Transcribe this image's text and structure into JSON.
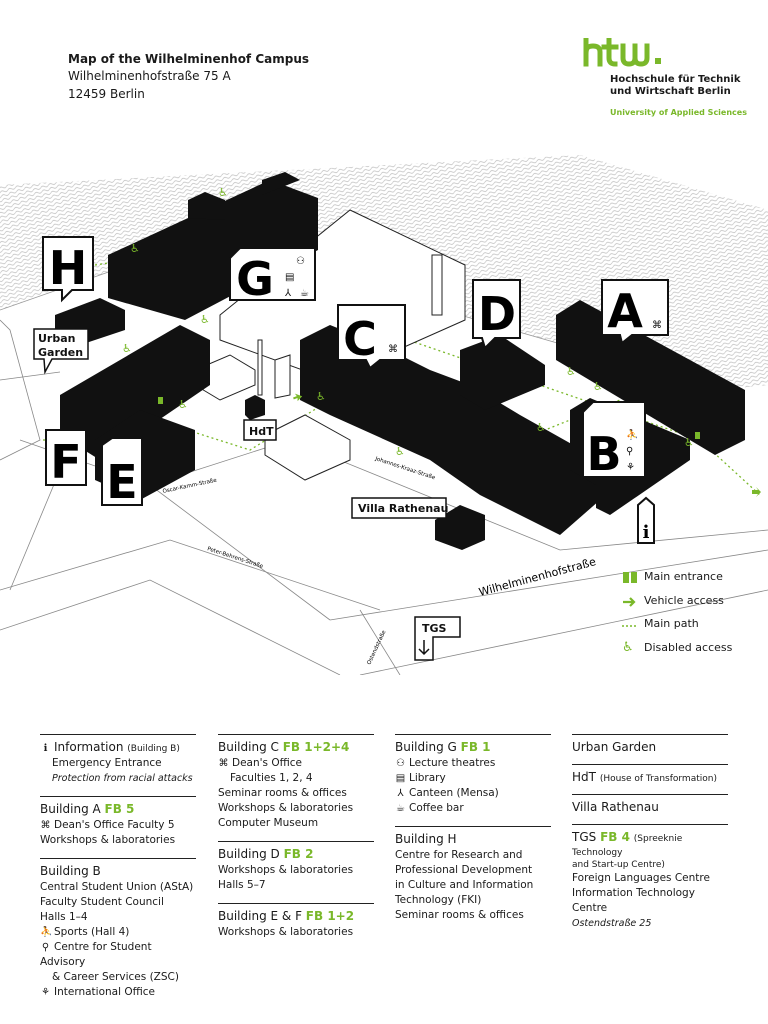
{
  "header": {
    "title": "Map of the Wilhelminenhof Campus",
    "street": "Wilhelminenhofstraße 75 A",
    "city": "12459 Berlin"
  },
  "logo": {
    "mark": "htw.",
    "name_line1": "Hochschule für Technik",
    "name_line2": "und Wirtschaft Berlin",
    "subtitle": "University of Applied Sciences",
    "accent_color": "#7ab82a"
  },
  "map": {
    "buildings": [
      "A",
      "B",
      "C",
      "D",
      "E",
      "F",
      "G",
      "H"
    ],
    "labels": {
      "urban_garden_1": "Urban",
      "urban_garden_2": "Garden",
      "hdt": "HdT",
      "villa": "Villa Rathenau",
      "tgs": "TGS"
    },
    "streets": {
      "main": "Wilhelminenhofstraße",
      "oscar": "Oscar-Kamm-Straße",
      "peter": "Peter-Behrens-Straße",
      "johannes": "Johannes-Kraaz-Straße",
      "ostend": "Ostendstraße"
    }
  },
  "legend": [
    {
      "icon": "main-entrance-icon",
      "label": "Main entrance"
    },
    {
      "icon": "vehicle-access-icon",
      "label": "Vehicle access"
    },
    {
      "icon": "main-path-icon",
      "label": "Main path"
    },
    {
      "icon": "wheelchair-icon",
      "label": "Disabled access"
    }
  ],
  "directory": {
    "col1": {
      "info": {
        "icon": "info-icon",
        "title": "Information",
        "sub": "(Building B)",
        "l1": "Emergency Entrance",
        "l2": "Protection from racial attacks"
      },
      "a": {
        "title": "Building A",
        "fb": "FB 5",
        "l1": "Dean's Office Faculty 5",
        "l2": "Workshops & laboratories"
      },
      "b": {
        "title": "Building B",
        "l1": "Central Student Union (AStA)",
        "l2": "Faculty Student Council",
        "l3": "Halls 1–4",
        "l4": "Sports (Hall 4)",
        "l5": "Centre for Student Advisory",
        "l6": "& Career Services (ZSC)",
        "l7": "International Office"
      }
    },
    "col2": {
      "c": {
        "title": "Building C",
        "fb": "FB 1+2+4",
        "l1": "Dean's Office",
        "l2": "Faculties 1, 2, 4",
        "l3": "Seminar rooms & offices",
        "l4": "Workshops & laboratories",
        "l5": "Computer Museum"
      },
      "d": {
        "title": "Building D",
        "fb": "FB 2",
        "l1": "Workshops & laboratories",
        "l2": "Halls 5–7"
      },
      "ef": {
        "title": "Building E & F",
        "fb": "FB 1+2",
        "l1": "Workshops & laboratories"
      }
    },
    "col3": {
      "g": {
        "title": "Building G",
        "fb": "FB 1",
        "l1": "Lecture theatres",
        "l2": "Library",
        "l3": "Canteen (Mensa)",
        "l4": "Coffee bar"
      },
      "h": {
        "title": "Building H",
        "l1": "Centre for Research and",
        "l2": "Professional Development",
        "l3": "in Culture and Information",
        "l4": "Technology (FKI)",
        "l5": "Seminar rooms & offices"
      }
    },
    "col4": {
      "ug": {
        "title": "Urban Garden"
      },
      "hdt": {
        "title": "HdT",
        "sub": "(House of Transformation)"
      },
      "villa": {
        "title": "Villa Rathenau"
      },
      "tgs": {
        "title": "TGS",
        "fb": "FB 4",
        "sub": "(Spreeknie Technology",
        "sub2": "and Start-up Centre)",
        "l1": "Foreign Languages Centre",
        "l2": "Information Technology Centre",
        "l3": "Ostendstraße 25"
      }
    }
  }
}
